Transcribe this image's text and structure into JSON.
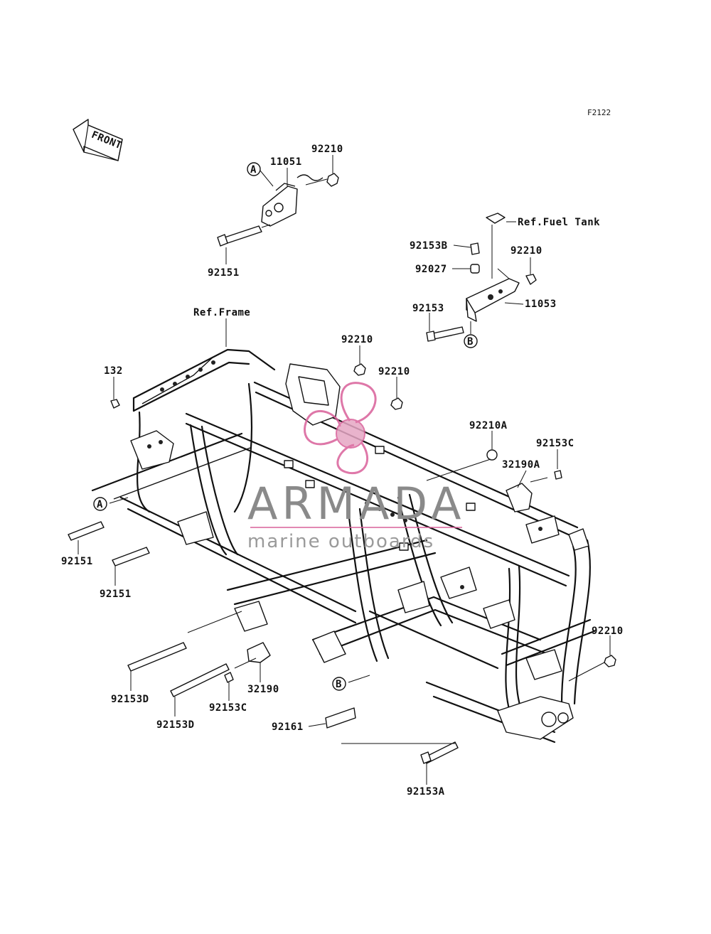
{
  "diagram_code": "F2122",
  "front_label": "FRONT",
  "ref_frame": "Ref.Frame",
  "ref_fuel_tank": "Ref.Fuel Tank",
  "callouts": {
    "a": "A",
    "b": "B"
  },
  "parts": {
    "p92210_top": "92210",
    "p11051": "11051",
    "p92151_top": "92151",
    "p92153B": "92153B",
    "p92210_right": "92210",
    "p92027": "92027",
    "p92153": "92153",
    "p11053": "11053",
    "p132": "132",
    "p92210_mid1": "92210",
    "p92210_mid2": "92210",
    "p92210A": "92210A",
    "p92153C_right": "92153C",
    "p32190A": "32190A",
    "p92151_left1": "92151",
    "p92151_left2": "92151",
    "p92210_lower": "92210",
    "p32190": "32190",
    "p92153C_bottom": "92153C",
    "p92153D_1": "92153D",
    "p92153D_2": "92153D",
    "p92161": "92161",
    "p92153A": "92153A"
  },
  "watermark": {
    "title": "ARMADA",
    "subtitle": "marine outboards"
  },
  "colors": {
    "line": "#111111",
    "watermark_logo": "#d9609a",
    "watermark_text": "#8a8a8a"
  }
}
